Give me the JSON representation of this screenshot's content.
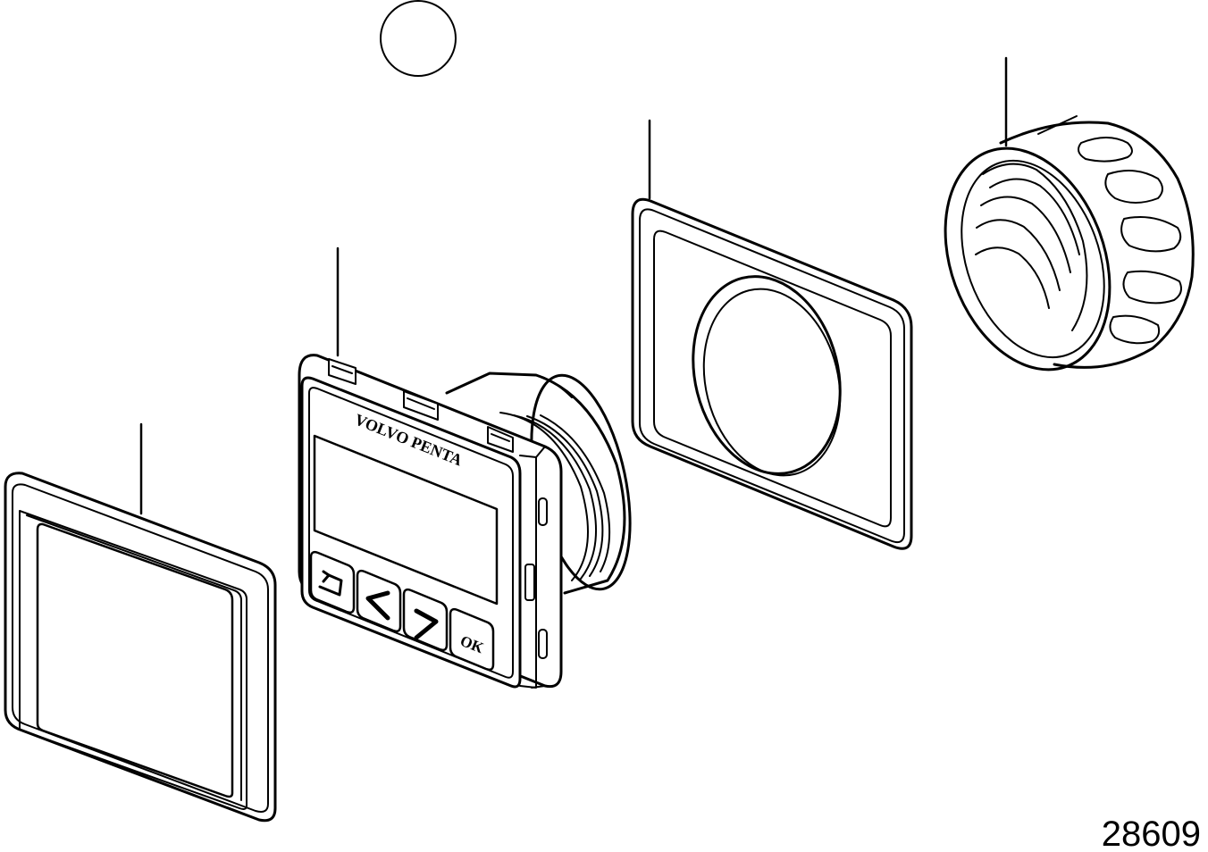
{
  "figure": {
    "number": "28609",
    "callout_label": ""
  },
  "display_unit": {
    "brand_text": "VOLVO PENTA",
    "buttons": [
      {
        "name": "back",
        "icon": "return-arrow-icon",
        "label": ""
      },
      {
        "name": "left",
        "icon": "chevron-left-icon",
        "label": ""
      },
      {
        "name": "right",
        "icon": "chevron-right-icon",
        "label": ""
      },
      {
        "name": "ok",
        "icon": "",
        "label": "OK"
      }
    ]
  },
  "colors": {
    "line": "#000000",
    "background": "#ffffff"
  }
}
